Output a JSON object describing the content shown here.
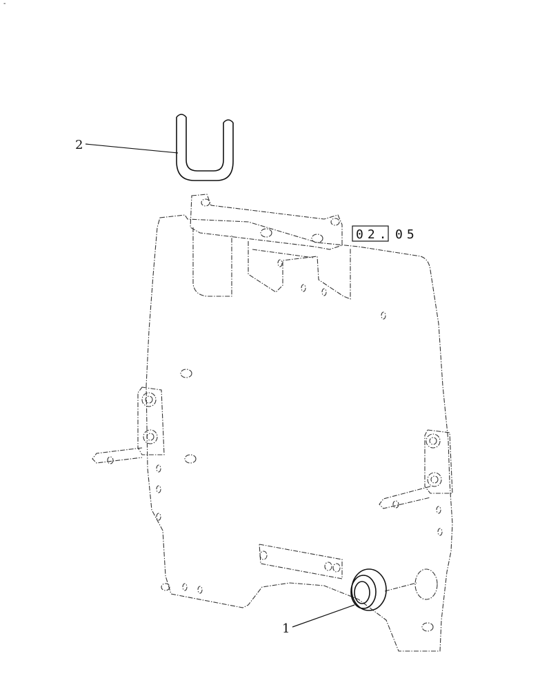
{
  "corner_mark": "-",
  "reference": {
    "boxed": "02.",
    "rest": "05"
  },
  "callouts": [
    {
      "id": "1",
      "label": "1"
    },
    {
      "id": "2",
      "label": "2"
    }
  ]
}
